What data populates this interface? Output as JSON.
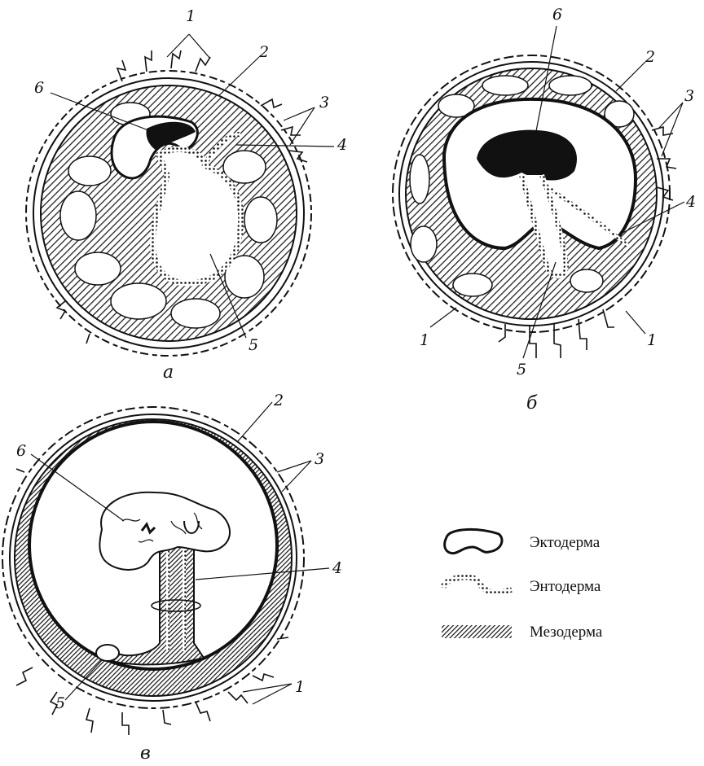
{
  "panels": [
    {
      "caption": "а",
      "labels": [
        "1",
        "2",
        "3",
        "4",
        "5",
        "6"
      ]
    },
    {
      "caption": "б",
      "labels": [
        "1",
        "1",
        "2",
        "3",
        "4",
        "5",
        "6"
      ]
    },
    {
      "caption": "в",
      "labels": [
        "1",
        "2",
        "3",
        "4",
        "5",
        "6"
      ]
    }
  ],
  "legend": {
    "ectoderm": "Эктодерма",
    "endoderm": "Энтодерма",
    "mesoderm": "Мезодерма"
  },
  "colors": {
    "ink": "#111111",
    "paper": "#ffffff"
  }
}
